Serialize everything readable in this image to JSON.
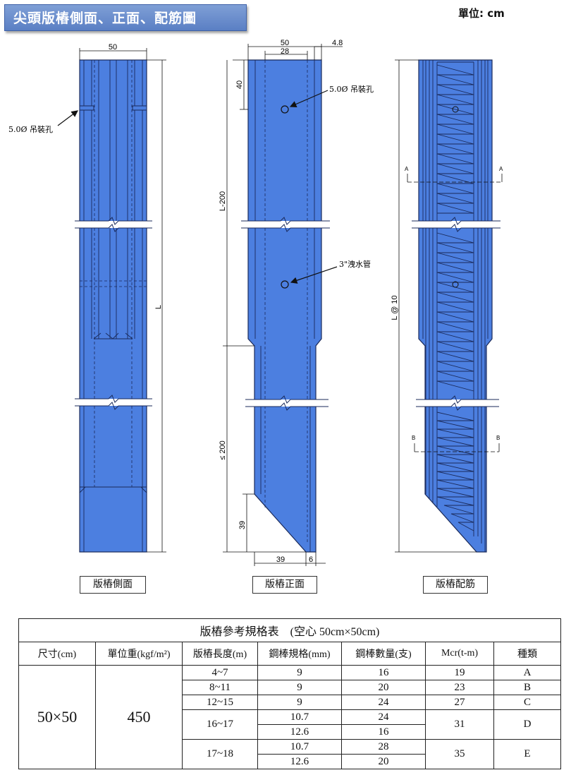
{
  "header": {
    "title": "尖頭版樁側面、正面、配筋圖",
    "unit": "單位: cm"
  },
  "labels": {
    "side_width": "50",
    "side_hole": "5.0Ø 吊裝孔",
    "side_length": "L",
    "front_width": "50",
    "front_inner": "28",
    "front_edge": "4.8",
    "front_top": "40",
    "front_hole": "5.0Ø 吊裝孔",
    "front_upper_len": "L-200",
    "front_drain": "3\"洩水管",
    "front_lower_len": "≤ 200",
    "front_tip_height": "39",
    "front_tip_width": "39",
    "front_tip_edge": "6",
    "rebar_length": "L @ 10",
    "section_a_left": "A",
    "section_a_right": "A",
    "section_b_left": "B",
    "section_b_right": "B"
  },
  "captions": {
    "side": "版樁側面",
    "front": "版樁正面",
    "rebar": "版樁配筋"
  },
  "colors": {
    "pile_blue": "#4c7fe0",
    "line_dark": "#1a2a5a",
    "banner": "#6a8fd0"
  },
  "table": {
    "title": "版樁參考規格表　(空心 50cm×50cm)",
    "headers": [
      "尺寸(cm)",
      "單位重(kgf/m²)",
      "版樁長度(m)",
      "鋼棒規格(mm)",
      "鋼棒數量(支)",
      "Mcr(t-m)",
      "種類"
    ],
    "size": "50×50",
    "weight": "450",
    "rows": [
      {
        "length": "4~7",
        "spec": "9",
        "qty": "16",
        "mcr": "19",
        "type": "A"
      },
      {
        "length": "8~11",
        "spec": "9",
        "qty": "20",
        "mcr": "23",
        "type": "B"
      },
      {
        "length": "12~15",
        "spec": "9",
        "qty": "24",
        "mcr": "27",
        "type": "C"
      },
      {
        "length": "16~17",
        "spec": "10.7",
        "qty": "24",
        "mcr": "31",
        "type": "D"
      },
      {
        "length": "",
        "spec": "12.6",
        "qty": "16",
        "mcr": "",
        "type": ""
      },
      {
        "length": "17~18",
        "spec": "10.7",
        "qty": "28",
        "mcr": "35",
        "type": "E"
      },
      {
        "length": "",
        "spec": "12.6",
        "qty": "20",
        "mcr": "",
        "type": ""
      }
    ]
  }
}
